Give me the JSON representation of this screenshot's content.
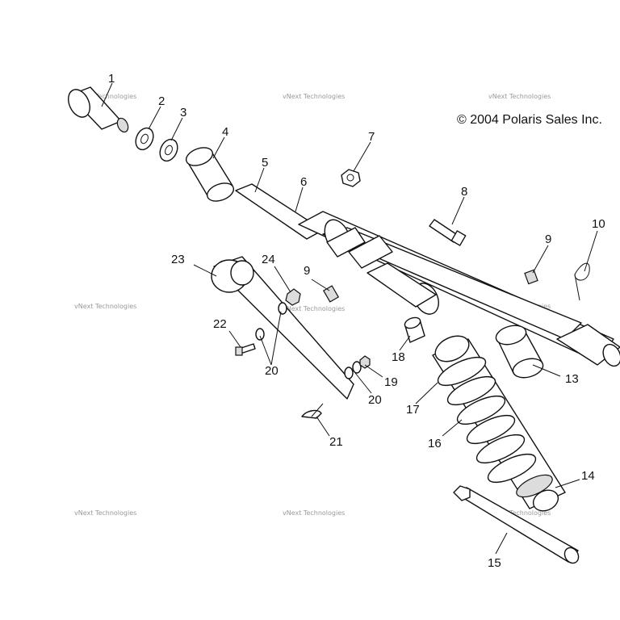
{
  "copyright": "© 2004 Polaris Sales Inc.",
  "watermark": "vNext Technologies",
  "callouts": [
    "1",
    "2",
    "3",
    "4",
    "5",
    "6",
    "7",
    "8",
    "9",
    "9",
    "10",
    "13",
    "14",
    "15",
    "16",
    "17",
    "18",
    "19",
    "20",
    "20",
    "21",
    "22",
    "23",
    "24"
  ]
}
